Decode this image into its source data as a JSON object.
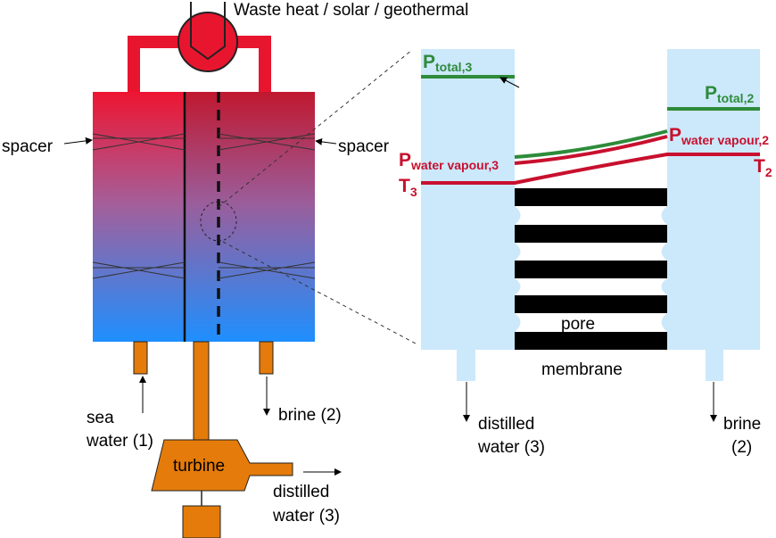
{
  "labels": {
    "heat_source": "Waste heat / solar / geothermal",
    "spacer_left": "spacer",
    "spacer_right": "spacer",
    "sea_water_line1": "sea",
    "sea_water_line2": "water (1)",
    "brine_left": "brine (2)",
    "turbine": "turbine",
    "distilled_left_line1": "distilled",
    "distilled_left_line2": "water (3)",
    "pore": "pore",
    "membrane": "membrane",
    "distilled_right_line1": "distilled",
    "distilled_right_line2": "water (3)",
    "brine_right_line1": "brine",
    "brine_right_line2": "(2)"
  },
  "symbols": {
    "p_total3_main": "P",
    "p_total3_sub": "total,3",
    "p_total2_main": "P",
    "p_total2_sub": "total,2",
    "p_vap3_main": "P",
    "p_vap3_sub": "water vapour,3",
    "p_vap2_main": "P",
    "p_vap2_sub": "water vapour,2",
    "t3_main": "T",
    "t3_sub": "3",
    "t2_main": "T",
    "t2_sub": "2"
  },
  "colors": {
    "hot": "#e8152e",
    "hot_dark": "#c0182f",
    "cold": "#1e8fff",
    "pipe": "#e47b0a",
    "chamber": "#cce8fb",
    "green_line": "#2e8b3a",
    "red_line": "#c8102e"
  }
}
